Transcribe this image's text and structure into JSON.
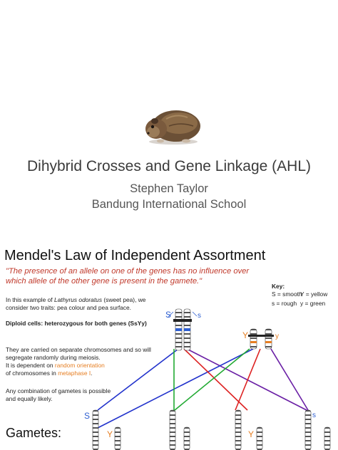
{
  "slide1": {
    "title": "Dihybrid Crosses and Gene Linkage (AHL)",
    "author": "Stephen Taylor",
    "school": "Bandung International School",
    "image": "guinea-pig-photo"
  },
  "slide2": {
    "title": "Mendel's Law of Independent Assortment",
    "quote": "\"The presence of an allele on one of the genes has no influence over which allele of the other gene is present in the gamete.\"",
    "example_prefix": "In this example of ",
    "example_species": "Lathyrus odoratus",
    "example_suffix": " (sweet pea), we consider two traits: pea colour and pea surface.",
    "diploid": "Diploid cells: heterozygous for both genes (SsYy)",
    "chromosomes_text_1": "They are carried on separate chromosomes and so will segregate randomly during meiosis.",
    "chromosomes_text_2": "It is dependent on ",
    "chromosomes_link_1": "random orientation",
    "chromosomes_text_3": "of chromosomes in ",
    "chromosomes_link_2": "metaphase I",
    "chromosomes_text_4": ".",
    "any_combination": "Any combination of gametes is possible and equally likely.",
    "key": {
      "title": "Key:",
      "s_upper": "S = smooth",
      "s_lower": "s = rough",
      "y_upper": "Y = yellow",
      "y_lower": "y = green"
    },
    "gametes_label": "Gametes:",
    "allele_labels": {
      "S": "S",
      "s": "s",
      "Y": "Y",
      "y": "y"
    },
    "colors": {
      "quote": "#c0392b",
      "link": "#e67e22",
      "S_allele": "#2e5fd1",
      "Y_allele": "#e67e22",
      "line_blue": "#2233cc",
      "line_green": "#22aa33",
      "line_red": "#dd2222",
      "line_purple": "#6a1fa5"
    }
  }
}
